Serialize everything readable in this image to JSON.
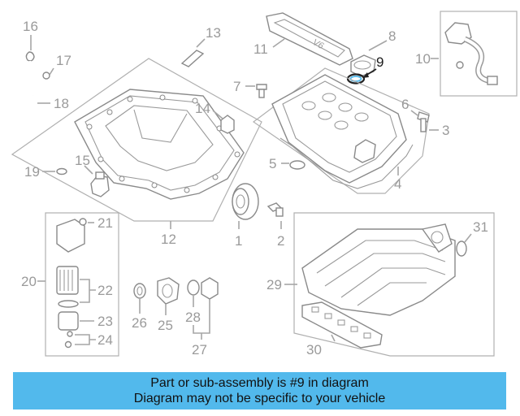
{
  "diagram": {
    "callouts": [
      "1",
      "2",
      "3",
      "4",
      "5",
      "6",
      "7",
      "8",
      "9",
      "10",
      "11",
      "12",
      "13",
      "14",
      "15",
      "16",
      "17",
      "18",
      "19",
      "20",
      "21",
      "22",
      "23",
      "24",
      "25",
      "26",
      "27",
      "28",
      "29",
      "30",
      "31"
    ],
    "highlighted_callout": "9",
    "cover_logo_text": "V6",
    "colors": {
      "line": "#a6a6a6",
      "highlight_ring": "#52b9ec",
      "highlight_text": "#1a1a1a",
      "banner": "#52b9ec"
    }
  },
  "banner": {
    "line1": "Part or sub-assembly is #9 in diagram",
    "line2": "Diagram may not be specific to your vehicle"
  }
}
